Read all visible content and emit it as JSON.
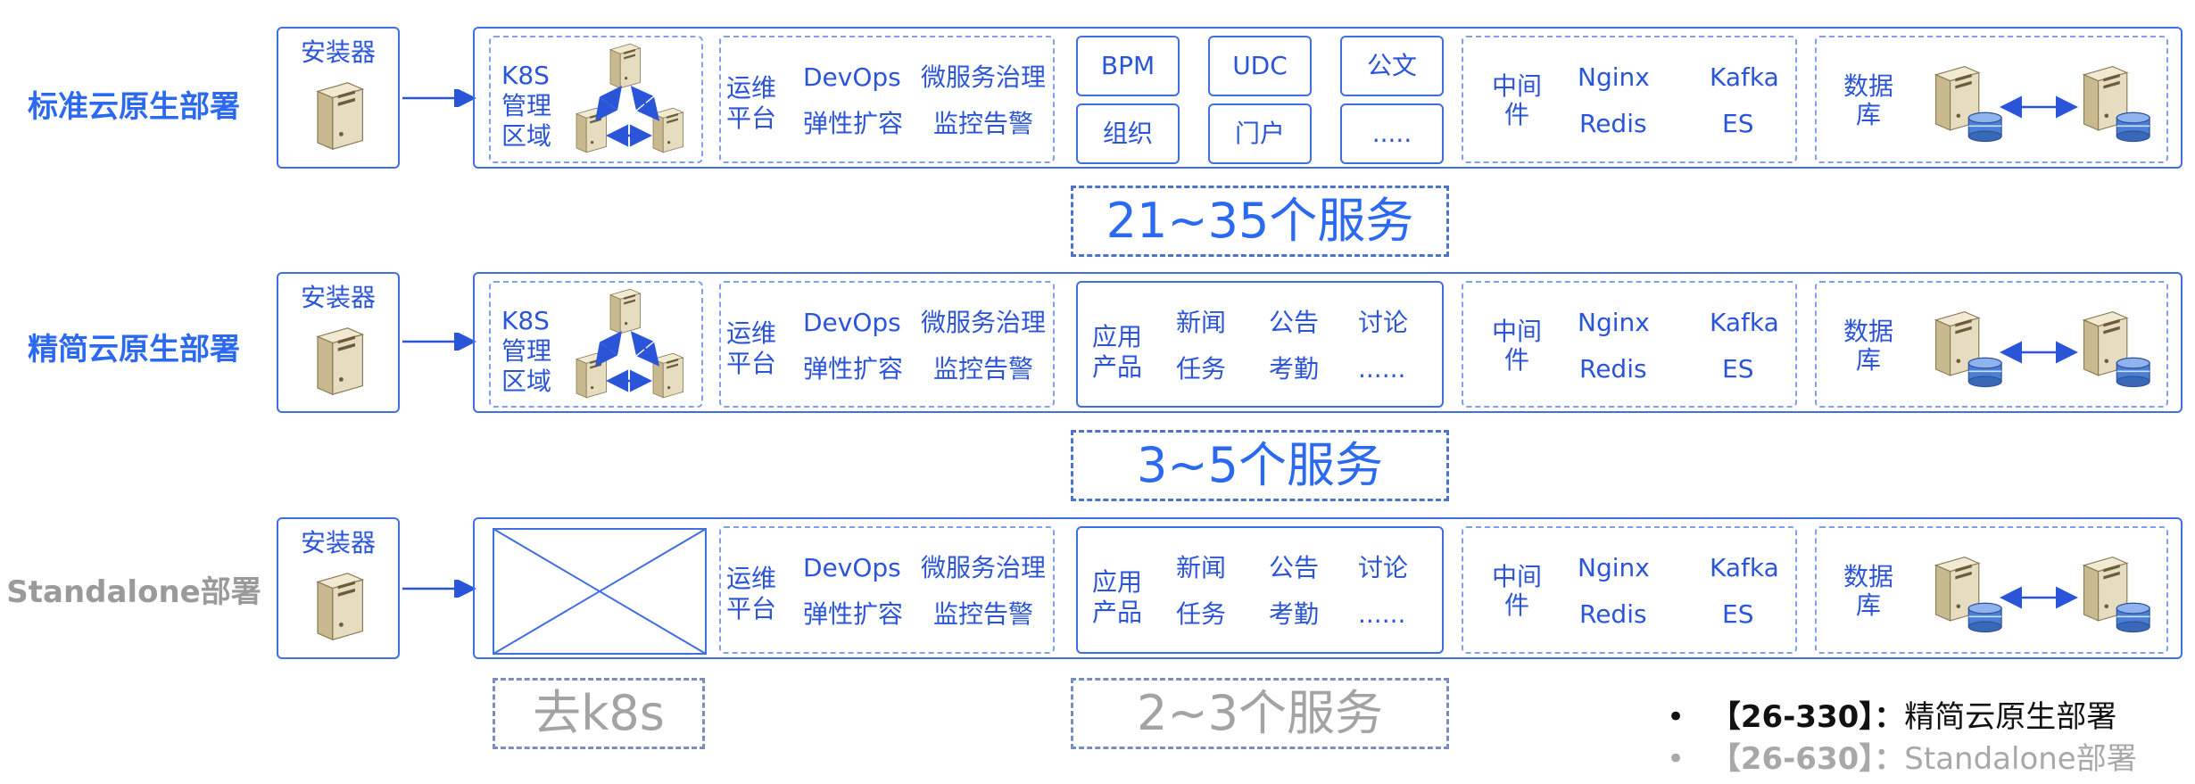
{
  "rows": [
    {
      "title": "标准云原生部署",
      "installer": "安装器",
      "k8s": {
        "l1": "K8S",
        "l2": "管理",
        "l3": "区域"
      },
      "ops": {
        "label_a": "运维",
        "label_b": "平台",
        "devops": "DevOps",
        "micro": "微服务治理",
        "elastic": "弹性扩容",
        "monitor": "监控告警"
      },
      "apps_grid": [
        "BPM",
        "UDC",
        "公文",
        "组织",
        "门户",
        "....."
      ],
      "middleware": {
        "label_a": "中间",
        "label_b": "件",
        "nginx": "Nginx",
        "kafka": "Kafka",
        "redis": "Redis",
        "es": "ES"
      },
      "db": {
        "label_a": "数据",
        "label_b": "库"
      },
      "services": "21~35个服务"
    },
    {
      "title": "精简云原生部署",
      "installer": "安装器",
      "k8s": {
        "l1": "K8S",
        "l2": "管理",
        "l3": "区域"
      },
      "ops": {
        "label_a": "运维",
        "label_b": "平台",
        "devops": "DevOps",
        "micro": "微服务治理",
        "elastic": "弹性扩容",
        "monitor": "监控告警"
      },
      "apps": {
        "label_a": "应用",
        "label_b": "产品",
        "items": [
          "新闻",
          "公告",
          "讨论",
          "任务",
          "考勤",
          "......"
        ]
      },
      "middleware": {
        "label_a": "中间",
        "label_b": "件",
        "nginx": "Nginx",
        "kafka": "Kafka",
        "redis": "Redis",
        "es": "ES"
      },
      "db": {
        "label_a": "数据",
        "label_b": "库"
      },
      "services": "3~5个服务"
    },
    {
      "title": "Standalone部署",
      "installer": "安装器",
      "ops": {
        "label_a": "运维",
        "label_b": "平台",
        "devops": "DevOps",
        "micro": "微服务治理",
        "elastic": "弹性扩容",
        "monitor": "监控告警"
      },
      "apps": {
        "label_a": "应用",
        "label_b": "产品",
        "items": [
          "新闻",
          "公告",
          "讨论",
          "任务",
          "考勤",
          "......"
        ]
      },
      "middleware": {
        "label_a": "中间",
        "label_b": "件",
        "nginx": "Nginx",
        "kafka": "Kafka",
        "redis": "Redis",
        "es": "ES"
      },
      "db": {
        "label_a": "数据",
        "label_b": "库"
      },
      "no_k8s": "去k8s",
      "services": "2~3个服务"
    }
  ],
  "legend": [
    {
      "bullet": "•",
      "code": "【26-330】",
      "sep": "：",
      "text": "精简云原生部署"
    },
    {
      "bullet": "•",
      "code": "【26-630】",
      "sep": "：",
      "text": "Standalone部署"
    }
  ],
  "colors": {
    "blue_text": "#2b55d8",
    "title_blue": "#2b6af0",
    "gray": "#9a9a9a",
    "border": "#3f6fe0"
  }
}
